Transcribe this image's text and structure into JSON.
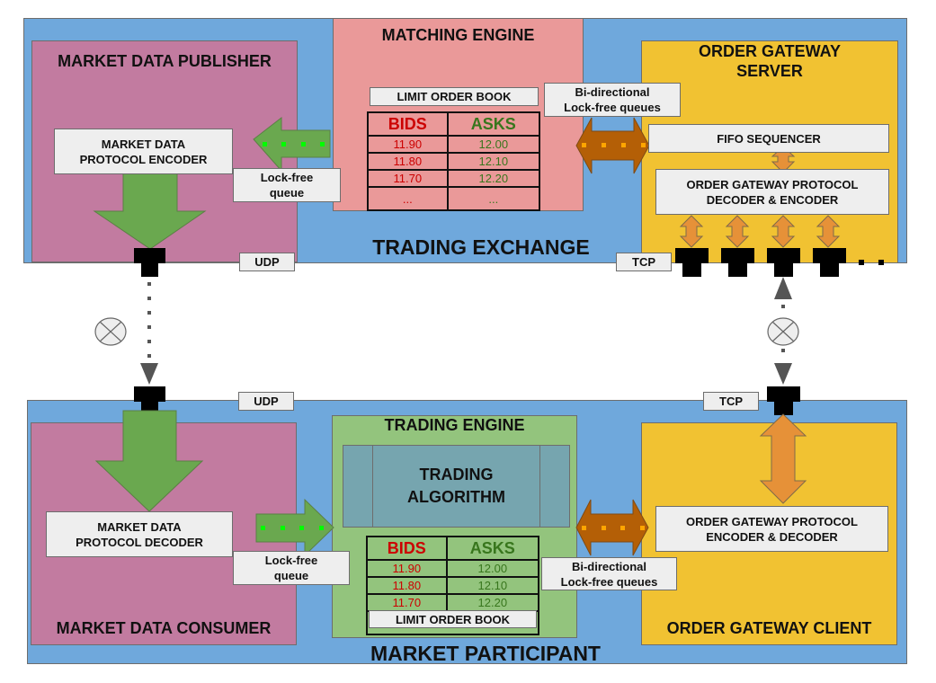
{
  "exchange": {
    "label": "TRADING EXCHANGE",
    "publisher": {
      "title": "MARKET DATA PUBLISHER",
      "encoder": "MARKET DATA\nPROTOCOL ENCODER"
    },
    "matching_engine": {
      "title": "MATCHING ENGINE",
      "order_book": {
        "label": "LIMIT ORDER BOOK",
        "headers": [
          "BIDS",
          "ASKS"
        ],
        "rows": [
          [
            "11.90",
            "12.00"
          ],
          [
            "11.80",
            "12.10"
          ],
          [
            "11.70",
            "12.20"
          ],
          [
            "...",
            "..."
          ]
        ]
      }
    },
    "gateway_server": {
      "title": "ORDER GATEWAY\nSERVER",
      "sequencer": "FIFO SEQUENCER",
      "protocol": "ORDER GATEWAY PROTOCOL\nDECODER & ENCODER"
    },
    "queue_label": "Lock-free\nqueue",
    "bidir_label": "Bi-directional\nLock-free queues",
    "udp_label": "UDP",
    "tcp_label": "TCP"
  },
  "participant": {
    "label": "MARKET PARTICIPANT",
    "consumer": {
      "title": "MARKET DATA CONSUMER",
      "decoder": "MARKET DATA\nPROTOCOL DECODER"
    },
    "trading_engine": {
      "title": "TRADING ENGINE",
      "algorithm": "TRADING\nALGORITHM",
      "order_book": {
        "label": "LIMIT ORDER BOOK",
        "headers": [
          "BIDS",
          "ASKS"
        ],
        "rows": [
          [
            "11.90",
            "12.00"
          ],
          [
            "11.80",
            "12.10"
          ],
          [
            "11.70",
            "12.20"
          ]
        ]
      }
    },
    "gateway_client": {
      "title": "ORDER GATEWAY CLIENT",
      "protocol": "ORDER GATEWAY PROTOCOL\nENCODER & DECODER"
    },
    "queue_label": "Lock-free\nqueue",
    "bidir_label": "Bi-directional\nLock-free queues",
    "udp_label": "UDP",
    "tcp_label": "TCP"
  },
  "network": {
    "udp_link": "lossy multicast (crossed-circle symbol)",
    "tcp_link": "lossy connection (crossed-circle symbol)"
  },
  "colors": {
    "region": "#6fa8dc",
    "publisher_consumer": "#c27ba0",
    "matching_engine": "#ea9999",
    "gateway": "#f1c232",
    "trading_engine": "#93c47d",
    "algorithm": "#76a5af",
    "green_arrow": "#6aa84f",
    "brown_arrow": "#b45f06",
    "orange_arrow": "#e69138",
    "bids": "#cc0000",
    "asks": "#38761d"
  }
}
